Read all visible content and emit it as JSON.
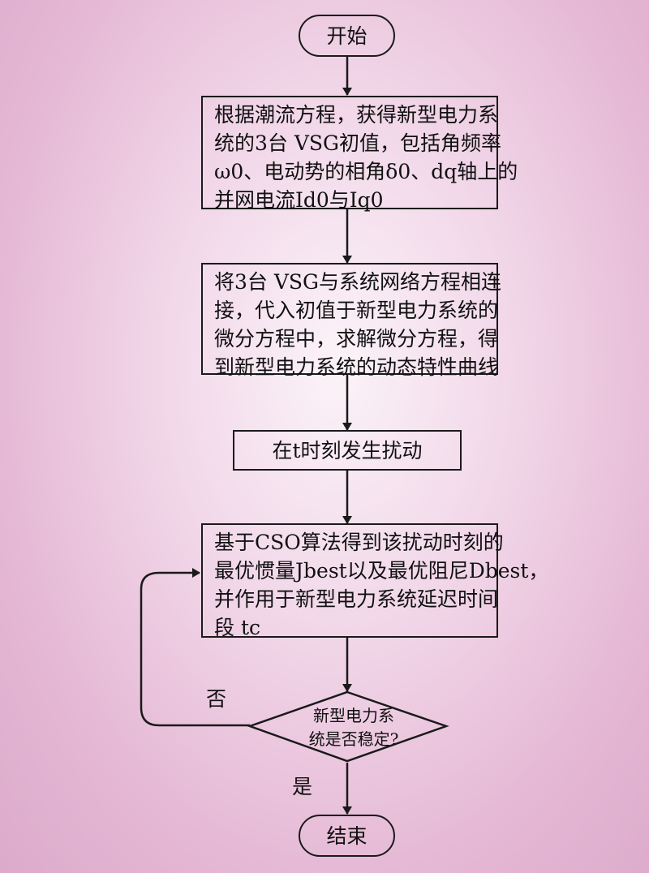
{
  "start": "开始",
  "end": "结束",
  "step1": [
    "根据潮流方程，获得新型电力系",
    "统的3台 VSG初值，包括角频率",
    "ω0、电动势的相角δ0、dq轴上的",
    "并网电流Id0与Iq0"
  ],
  "step2": [
    "将3台 VSG与系统网络方程相连",
    "接，代入初值于新型电力系统的",
    "微分方程中，求解微分方程，得",
    "到新型电力系统的动态特性曲线"
  ],
  "step3": "在t时刻发生扰动",
  "step4": [
    "基于CSO算法得到该扰动时刻的",
    "最优惯量Jbest以及最优阻尼Dbest，",
    "并作用于新型电力系统延迟时间",
    "段 tc"
  ],
  "decision": [
    "新型电力系",
    "统是否稳定?"
  ],
  "label_no": "否",
  "label_yes": "是"
}
